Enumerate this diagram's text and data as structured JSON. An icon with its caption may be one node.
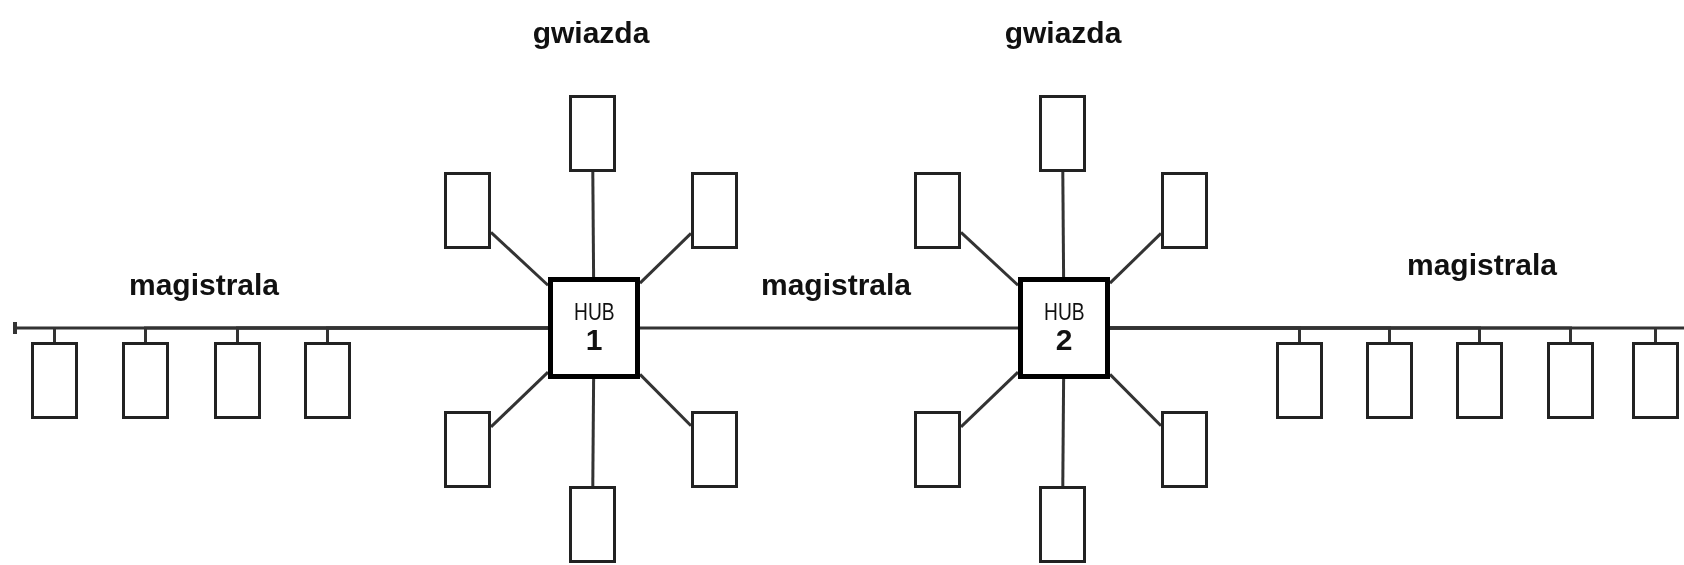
{
  "diagram": {
    "nodes": [
      {
        "text": [
          "HUB",
          "1"
        ]
      },
      {
        "text": [
          "HUB",
          "2"
        ]
      },
      {
        "text": [],
        "shape": "box"
      },
      {
        "text": [],
        "shape": "box"
      },
      {
        "text": [],
        "shape": "box"
      },
      {
        "text": [],
        "shape": "box"
      },
      {
        "text": [],
        "shape": "box"
      },
      {
        "text": [],
        "shape": "box"
      },
      {
        "text": [],
        "shape": "box"
      },
      {
        "text": [],
        "shape": "box"
      },
      {
        "text": [],
        "shape": "box"
      },
      {
        "text": [],
        "shape": "box"
      },
      {
        "text": [],
        "shape": "box"
      },
      {
        "text": [],
        "shape": "box"
      },
      {
        "text": [],
        "shape": "box"
      },
      {
        "text": [],
        "shape": "box"
      },
      {
        "text": [],
        "shape": "box"
      },
      {
        "text": [],
        "shape": "box"
      },
      {
        "text": [],
        "shape": "box"
      },
      {
        "text": [],
        "shape": "box"
      },
      {
        "text": [],
        "shape": "box"
      },
      {
        "text": [],
        "shape": "box"
      },
      {
        "text": [],
        "shape": "box"
      }
    ],
    "edges": [
      {
        "from": 0,
        "to": 14,
        "arrow": "other",
        "label": "magistrala"
      },
      {
        "from": 0,
        "to": 1,
        "arrow": "none",
        "label": "magistrala"
      },
      {
        "from": 1,
        "to": 22,
        "arrow": "none",
        "label": "magistrala"
      },
      {
        "from": 0,
        "to": 2,
        "arrow": "none"
      },
      {
        "from": 0,
        "to": 3,
        "arrow": "none"
      },
      {
        "from": 0,
        "to": 4,
        "arrow": "none"
      },
      {
        "from": 0,
        "to": 5,
        "arrow": "none"
      },
      {
        "from": 0,
        "to": 6,
        "arrow": "none"
      },
      {
        "from": 0,
        "to": 7,
        "arrow": "none"
      },
      {
        "from": 1,
        "to": 8,
        "arrow": "none"
      },
      {
        "from": 1,
        "to": 9,
        "arrow": "none"
      },
      {
        "from": 1,
        "to": 10,
        "arrow": "none"
      },
      {
        "from": 1,
        "to": 11,
        "arrow": "none"
      },
      {
        "from": 1,
        "to": 12,
        "arrow": "none"
      },
      {
        "from": 1,
        "to": 13,
        "arrow": "none"
      },
      {
        "from": 0,
        "to": 15,
        "arrow": "none"
      },
      {
        "from": 0,
        "to": 16,
        "arrow": "none"
      },
      {
        "from": 0,
        "to": 17,
        "arrow": "none"
      },
      {
        "from": 1,
        "to": 18,
        "arrow": "none"
      },
      {
        "from": 1,
        "to": 19,
        "arrow": "none"
      },
      {
        "from": 1,
        "to": 20,
        "arrow": "none"
      },
      {
        "from": 1,
        "to": 21,
        "arrow": "none"
      }
    ],
    "labels": [
      "gwiazda",
      "gwiazda"
    ]
  }
}
